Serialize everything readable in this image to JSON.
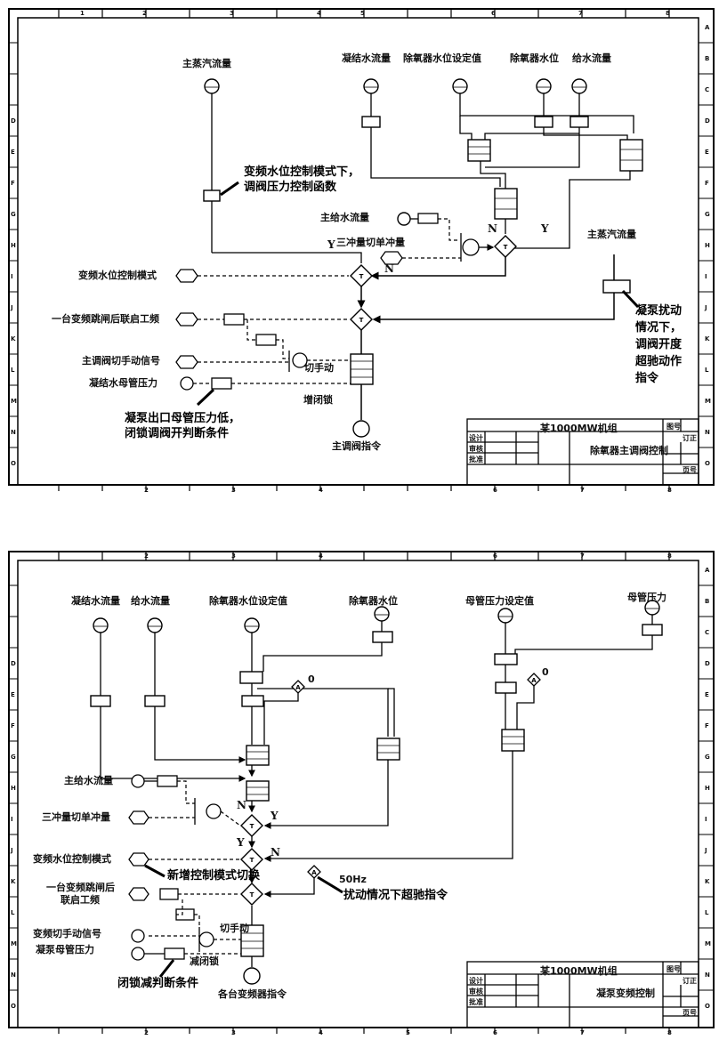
{
  "diagram1": {
    "inputs_top": [
      "主蒸汽流量",
      "凝结水流量",
      "除氧器水位设定值",
      "除氧器水位",
      "给水流量"
    ],
    "main_feed_flow": "主给水流量",
    "three_to_single": "三冲量切单冲量",
    "main_steam_flow_right": "主蒸汽流量",
    "left_inputs": [
      "变频水位控制模式",
      "一台变频跳闸后联启工频",
      "主调阀切手动信号",
      "凝结水母管压力"
    ],
    "switch_manual": "切手动",
    "increase_lock": "增闭锁",
    "output": "主调阀指令",
    "y_label": "Y",
    "n_label": "N",
    "annotations": {
      "a1": [
        "变频水位控制模式下，",
        "调阀压力控制函数"
      ],
      "a2": [
        "凝泵出口母管压力低，",
        "闭锁调阀开判断条件"
      ],
      "a3": [
        "凝泵扰动",
        "情况下，",
        "调阀开度",
        "超驰动作",
        "指令"
      ]
    },
    "title_block": {
      "unit": "某1000MW机组",
      "sheet": "图号",
      "title": "除氧器主调阀控制",
      "rows": [
        "设计",
        "审核",
        "批准"
      ],
      "rev": "订正",
      "no": "页号"
    }
  },
  "diagram2": {
    "inputs_top": [
      "凝结水流量",
      "给水流量",
      "除氧器水位设定值",
      "除氧器水位",
      "母管压力设定值",
      "母管压力"
    ],
    "main_feed_flow": "主给水流量",
    "three_to_single": "三冲量切单冲量",
    "left_inputs": [
      "变频水位控制模式",
      "一台变频跳闸后",
      "联启工频",
      "变频切手动信号",
      "凝泵母管压力"
    ],
    "switch_manual": "切手动",
    "decrease_lock": "减闭锁",
    "output": "各台变频器指令",
    "const_a": "0",
    "const_b": "0",
    "freq": "50Hz",
    "annotations": {
      "b1": "新增控制模式切换",
      "b2": "扰动情况下超驰指令",
      "b3": "闭锁减判断条件"
    },
    "title_block": {
      "unit": "某1000MW机组",
      "sheet": "图号",
      "title": "凝泵变频控制",
      "rows": [
        "设计",
        "审核",
        "批准"
      ],
      "rev": "订正",
      "no": "页号"
    }
  },
  "frame": {
    "col_ticks": [
      "1",
      "2",
      "3",
      "4",
      "5",
      "6",
      "7",
      "8"
    ],
    "row_ticks": [
      "A",
      "B",
      "C",
      "D",
      "E",
      "F",
      "G",
      "H",
      "I",
      "J",
      "K",
      "L",
      "M",
      "N",
      "O"
    ]
  }
}
